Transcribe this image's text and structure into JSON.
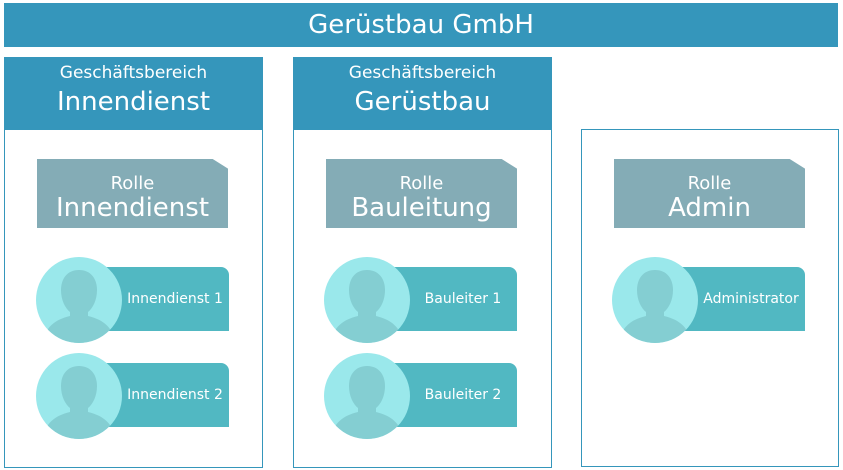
{
  "company": {
    "title": "Gerüstbau GmbH"
  },
  "areas": [
    {
      "subtitle": "Geschäftsbereich",
      "title": "Innendienst",
      "role": {
        "line1": "Rolle",
        "line2": "Innendienst"
      },
      "members": [
        "Innendienst 1",
        "Innendienst 2"
      ]
    },
    {
      "subtitle": "Geschäftsbereich",
      "title": "Gerüstbau",
      "role": {
        "line1": "Rolle",
        "line2": "Bauleitung"
      },
      "members": [
        "Bauleiter 1",
        "Bauleiter 2"
      ]
    },
    {
      "subtitle": "",
      "title": "",
      "role": {
        "line1": "Rolle",
        "line2": "Admin"
      },
      "members": [
        "Administrator"
      ]
    }
  ],
  "colors": {
    "header_blue": "#3596bb",
    "role_grey": "#84acb6",
    "member_teal": "#51b8c2",
    "avatar_light": "#9ae8eb",
    "avatar_figure": "#84ced2"
  },
  "icons": {
    "member": "user-avatar-icon"
  }
}
